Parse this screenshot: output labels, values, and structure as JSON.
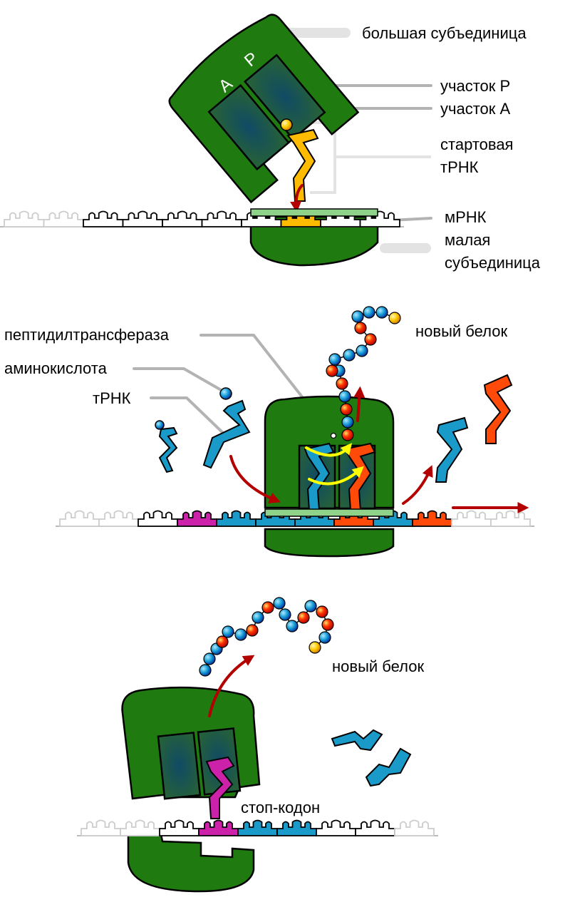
{
  "labels": {
    "large_subunit": "большая субъединица",
    "p_site": "участок P",
    "a_site": "участок A",
    "initiator_trna_line1": "стартовая",
    "initiator_trna_line2": "тРНК",
    "mrna": "мРНК",
    "small_subunit_line1": "малая",
    "small_subunit_line2": "субъединица",
    "peptidyl_transferase": "пептидилтрансфераза",
    "amino_acid": "аминокислота",
    "trna": "тРНК",
    "new_protein_stage2": "новый белок",
    "new_protein_stage3": "новый белок",
    "stop_codon": "стоп-кодон",
    "site_a_letter": "A",
    "site_p_letter": "P"
  },
  "colors": {
    "ribosome": "#1f7a0f",
    "ribosome_site": "#1e5a4a",
    "mrna_highlight": "#8fd28a",
    "initiator_trna": "#ffbb00",
    "trna_blue": "#1a9ac8",
    "trna_orange": "#ff4a0a",
    "stop_codon": "#cc22aa",
    "arrow_red": "#b30000",
    "arrow_yellow": "#ffff00",
    "leader_grey": "#b3b3b3"
  },
  "icons": [
    "ribosome-large-subunit",
    "ribosome-small-subunit",
    "trna-icon",
    "amino-acid-bead-icon",
    "mrna-codon-icon",
    "flow-arrow-icon"
  ]
}
